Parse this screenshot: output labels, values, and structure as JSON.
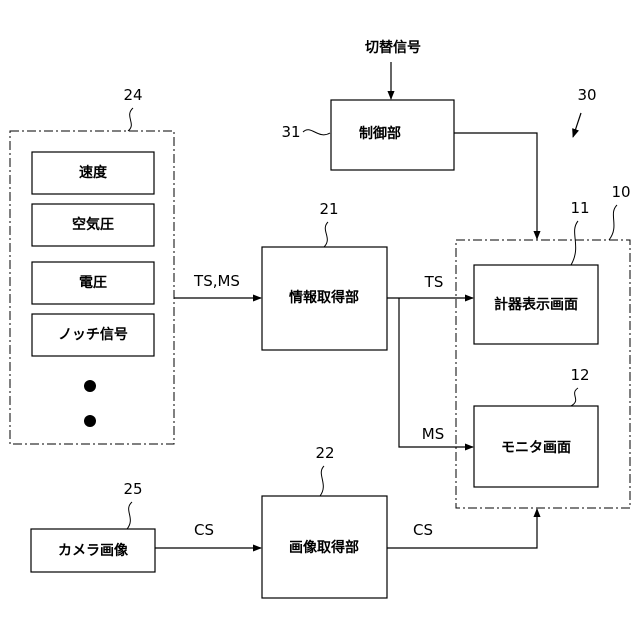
{
  "top_input": "切替信号",
  "blocks": {
    "control": "制御部",
    "info_acquire": "情報取得部",
    "image_acquire": "画像取得部",
    "meter_screen": "計器表示画面",
    "monitor_screen": "モニタ画面",
    "camera_image": "カメラ画像"
  },
  "sources": [
    "速度",
    "空気圧",
    "電圧",
    "ノッチ信号"
  ],
  "signals": {
    "ts_ms": "TS,MS",
    "ts": "TS",
    "ms": "MS",
    "cs_in": "CS",
    "cs_out": "CS"
  },
  "refs": {
    "r24": "24",
    "r31": "31",
    "r30": "30",
    "r10": "10",
    "r21": "21",
    "r11": "11",
    "r12": "12",
    "r22": "22",
    "r25": "25"
  }
}
